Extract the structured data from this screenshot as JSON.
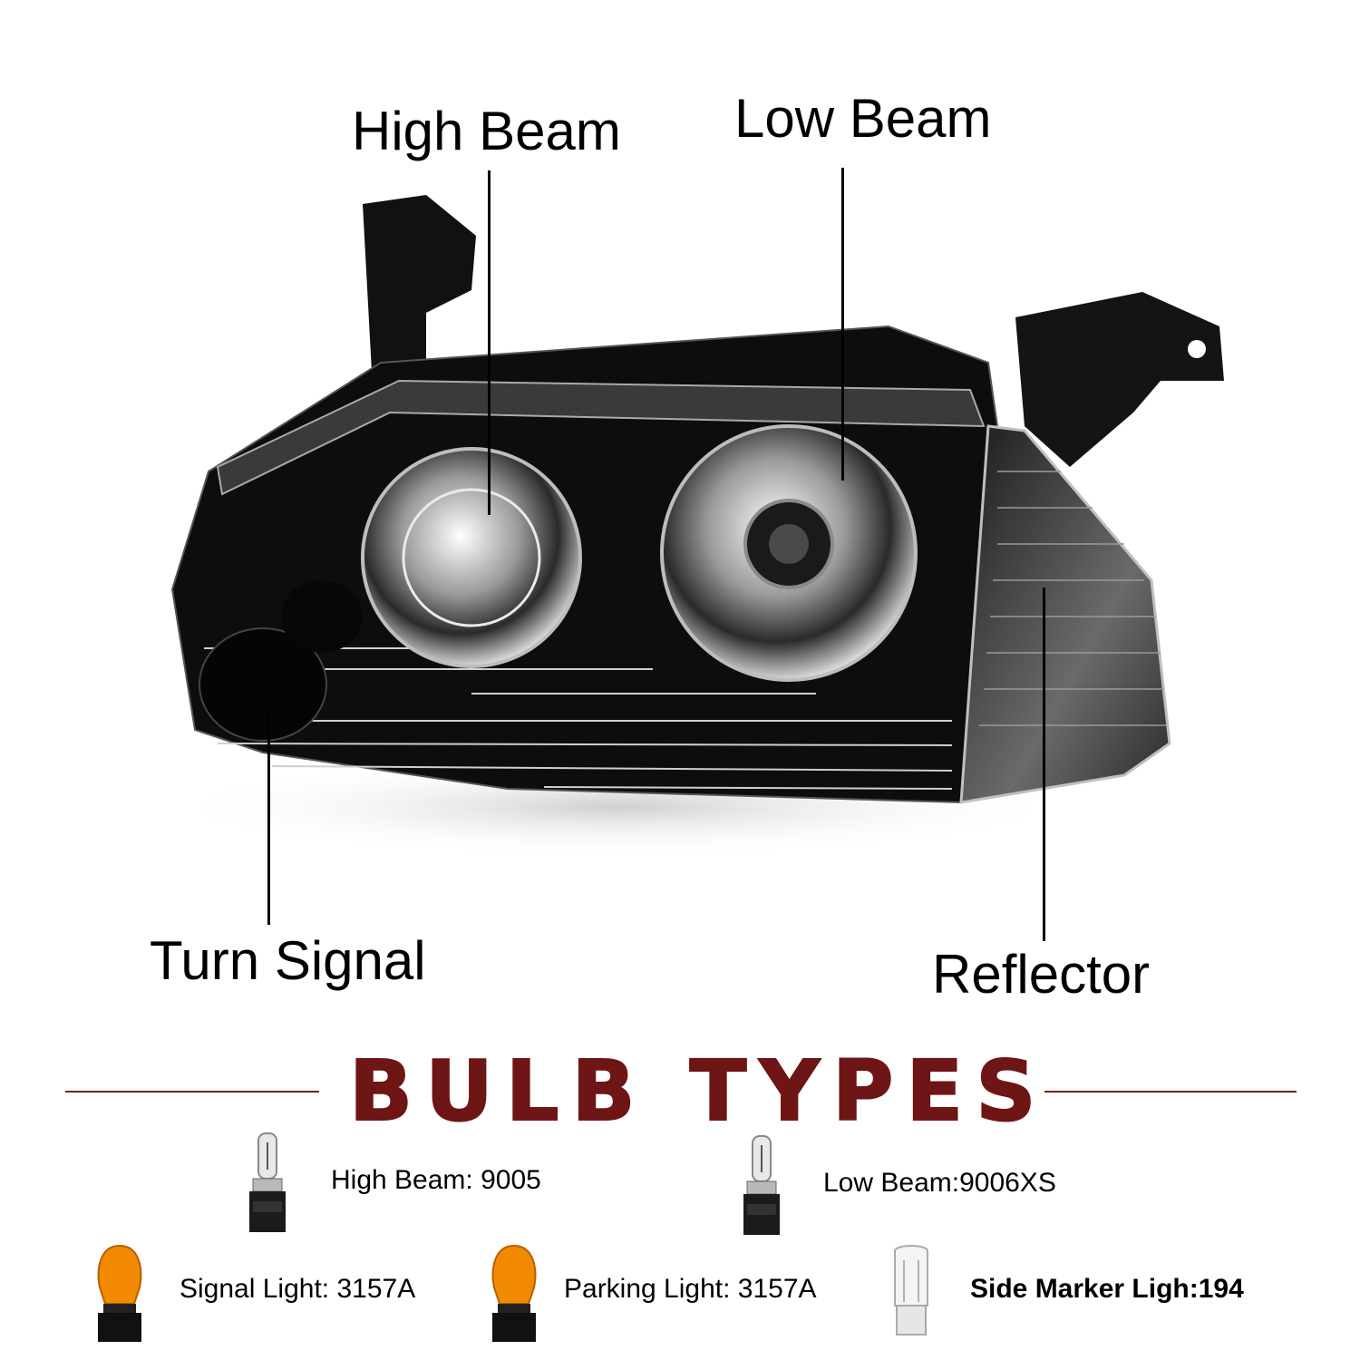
{
  "callouts": {
    "high_beam": "High Beam",
    "low_beam": "Low Beam",
    "turn_signal": "Turn Signal",
    "reflector": "Reflector"
  },
  "section_title": "BULB TYPES",
  "bulbs": [
    {
      "text": "High Beam: 9005",
      "icon": "halogen-bulb-icon"
    },
    {
      "text": "Low Beam:9006XS",
      "icon": "halogen-bulb-icon"
    },
    {
      "text": "Signal Light: 3157A",
      "icon": "amber-bulb-icon"
    },
    {
      "text": "Parking Light: 3157A",
      "icon": "amber-bulb-icon"
    },
    {
      "text": "Side Marker Ligh:194",
      "icon": "wedge-bulb-icon"
    }
  ],
  "colors": {
    "title": "#6e1515",
    "rule": "#7a1a1a",
    "amber": "#f28a00",
    "housing": "#0d0d0d"
  }
}
